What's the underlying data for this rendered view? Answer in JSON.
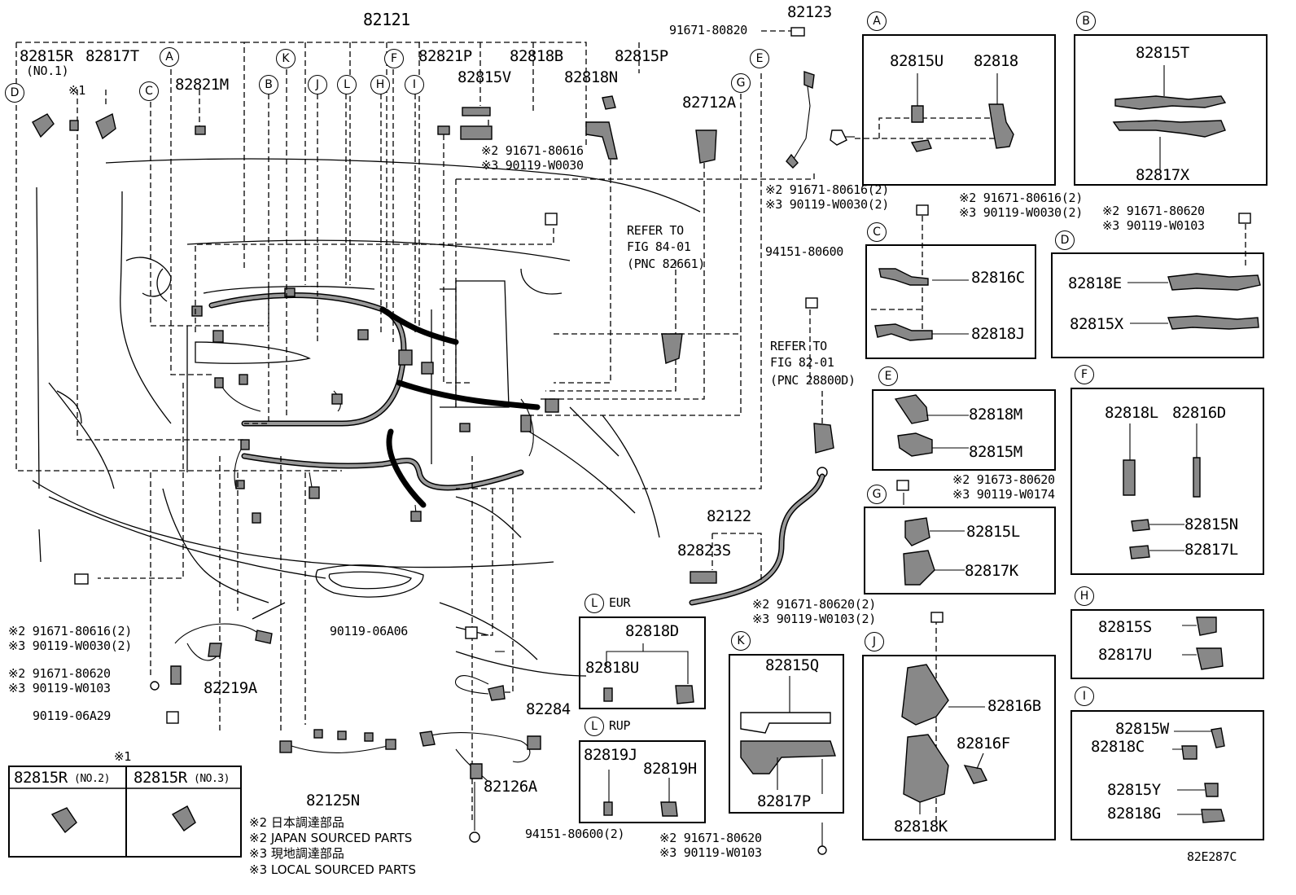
{
  "diagram": {
    "id_code": "82E287C",
    "main_labels": {
      "p82121": "82121",
      "p82815R": "82815R",
      "p82815R_no1": "(NO.1)",
      "p82817T": "82817T",
      "p82821M": "82821M",
      "p82821P": "82821P",
      "p82818B": "82818B",
      "p82815P": "82815P",
      "p82815V": "82815V",
      "p82818N": "82818N",
      "p82712A": "82712A",
      "p82123": "82123",
      "p91671_80820": "91671-80820",
      "p94151_80600": "94151-80600",
      "p82122": "82122",
      "p82823S": "82823S",
      "p82219A": "82219A",
      "p82125N": "82125N",
      "p82126A": "82126A",
      "p82284": "82284",
      "p90119_06A06": "90119-06A06",
      "p90119_06A29": "90119-06A29",
      "p94151_80600_2": "94151-80600(2)",
      "mark1": "※1"
    },
    "refs": {
      "fig8401_a": "REFER TO",
      "fig8401_b": "FIG 84-01",
      "fig8401_c": "(PNC 82661)",
      "fig8201_a": "REFER TO",
      "fig8201_b": "FIG 82-01",
      "fig8201_c": "(PNC 28800D)"
    },
    "bolt_notes": {
      "n1a": "※2 91671-80616",
      "n1b": "※3 90119-W0030",
      "n2a": "※2 91671-80616(2)",
      "n2b": "※3 90119-W0030(2)",
      "n3a": "※2 91671-80616(2)",
      "n3b": "※3 90119-W0030(2)",
      "n4a": "※2 91671-80620",
      "n4b": "※3 90119-W0103",
      "n5a": "※2 91673-80620",
      "n5b": "※3 90119-W0174",
      "n6a": "※2 91671-80620(2)",
      "n6b": "※3 90119-W0103(2)",
      "n7a": "※2 91671-80616(2)",
      "n7b": "※3 90119-W0030(2)",
      "n8a": "※2 91671-80620",
      "n8b": "※3 90119-W0103",
      "n9a": "※2 91671-80620",
      "n9b": "※3 90119-W0103"
    },
    "callout_letters": [
      "A",
      "B",
      "C",
      "D",
      "E",
      "F",
      "G",
      "H",
      "I",
      "J",
      "K",
      "L"
    ],
    "panels": {
      "A": {
        "letter": "A",
        "parts": [
          "82815U",
          "82818"
        ]
      },
      "B": {
        "letter": "B",
        "parts": [
          "82815T",
          "82817X"
        ]
      },
      "C": {
        "letter": "C",
        "parts": [
          "82816C",
          "82818J"
        ]
      },
      "D": {
        "letter": "D",
        "parts": [
          "82818E",
          "82815X"
        ]
      },
      "E": {
        "letter": "E",
        "parts": [
          "82818M",
          "82815M"
        ]
      },
      "F": {
        "letter": "F",
        "parts": [
          "82818L",
          "82816D",
          "82815N",
          "82817L"
        ]
      },
      "G": {
        "letter": "G",
        "parts": [
          "82815L",
          "82817K"
        ]
      },
      "H": {
        "letter": "H",
        "parts": [
          "82815S",
          "82817U"
        ]
      },
      "I": {
        "letter": "I",
        "parts": [
          "82815W",
          "82818C",
          "82815Y",
          "82818G"
        ]
      },
      "J": {
        "letter": "J",
        "parts": [
          "82816B",
          "82816F",
          "82818K"
        ]
      },
      "K": {
        "letter": "K",
        "parts": [
          "82815Q",
          "82817P"
        ]
      },
      "L_EUR": {
        "letter": "L",
        "tag": "EUR",
        "parts": [
          "82818D",
          "82818U"
        ]
      },
      "L_RUP": {
        "letter": "L",
        "tag": "RUP",
        "parts": [
          "82819J",
          "82819H"
        ]
      }
    },
    "x1_box": {
      "mark": "※1",
      "left_label": "82815R",
      "left_suffix": "(NO.2)",
      "right_label": "82815R",
      "right_suffix": "(NO.3)"
    },
    "footnotes": [
      "※2 日本調達部品",
      "※2 JAPAN SOURCED PARTS",
      "※3 現地調達部品",
      "※3 LOCAL SOURCED PARTS"
    ]
  }
}
